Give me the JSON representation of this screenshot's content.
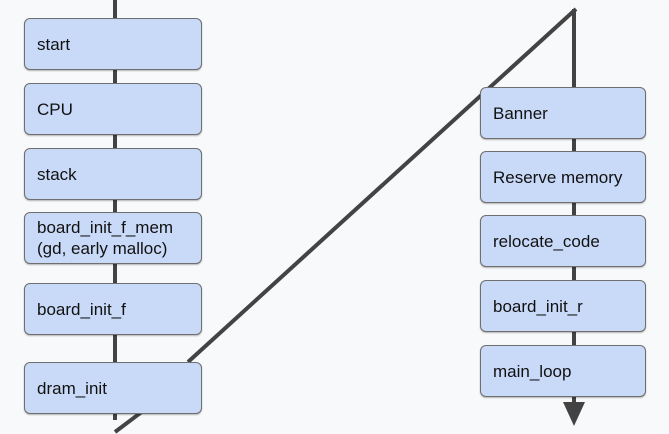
{
  "diagram": {
    "left_column": [
      {
        "label": "start"
      },
      {
        "label": "CPU"
      },
      {
        "label": "stack"
      },
      {
        "label_line1": "board_init_f_mem",
        "label_line2": "(gd, early malloc)"
      },
      {
        "label": "board_init_f"
      },
      {
        "label": "dram_init"
      }
    ],
    "right_column": [
      {
        "label": "Banner"
      },
      {
        "label": "Reserve memory"
      },
      {
        "label": "relocate_code"
      },
      {
        "label": "board_init_r"
      },
      {
        "label": "main_loop"
      }
    ],
    "colors": {
      "box_fill": "#c9daf8",
      "box_border": "#6f6f6f",
      "line": "#434343",
      "background": "#f8f9fa"
    }
  }
}
